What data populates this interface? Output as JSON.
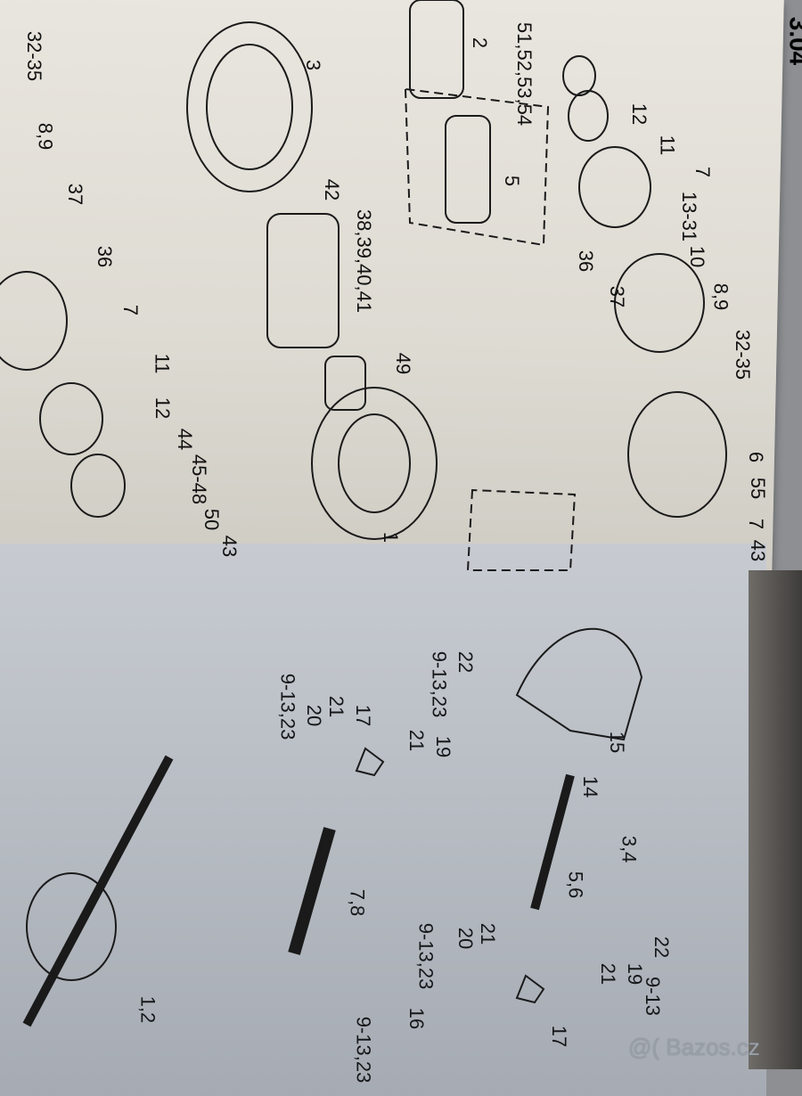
{
  "page_number": "3.04",
  "upper_labels": [
    "32-35",
    "8,9",
    "37",
    "36",
    "7",
    "11",
    "12",
    "44",
    "45-48",
    "50",
    "43",
    "3",
    "42",
    "38,39,40,41",
    "49",
    "1",
    "2",
    "51,52,53,54",
    "5",
    "12",
    "11",
    "7",
    "13-31",
    "10",
    "36",
    "37",
    "8,9",
    "32-35",
    "6",
    "55",
    "7",
    "43"
  ],
  "lower_labels": [
    "22",
    "9-13,23",
    "19",
    "21",
    "17",
    "21",
    "20",
    "9-13,23",
    "15",
    "14",
    "3,4",
    "5,6",
    "7,8",
    "1,2",
    "21",
    "20",
    "9-13,23",
    "16",
    "9-13,23",
    "22",
    "9-13",
    "19",
    "21",
    "17"
  ],
  "watermark": "@( Bazos.cz",
  "colors": {
    "paper_top": "#e6e3dc",
    "paper_bottom": "#bcc1c8",
    "ink": "#111111"
  }
}
